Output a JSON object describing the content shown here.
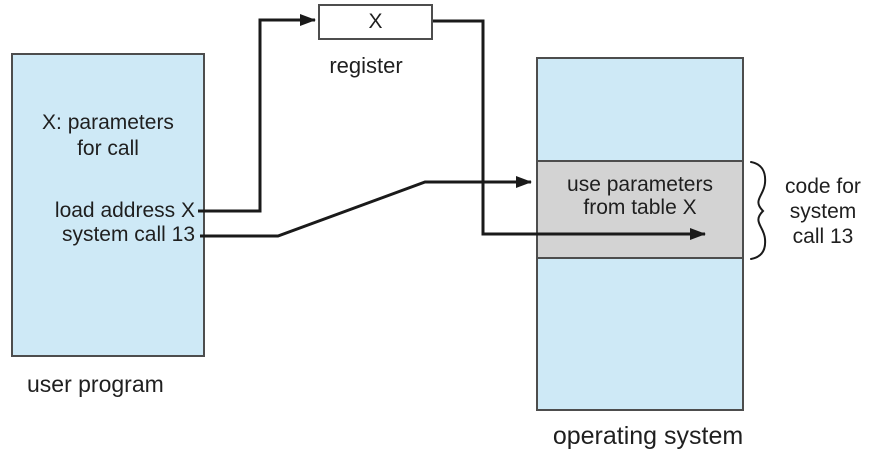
{
  "user_program": {
    "note_line1": "X: parameters",
    "note_line2": "for call",
    "statement1": "load address X",
    "statement2": "system call 13",
    "label": "user program"
  },
  "register": {
    "value": "X",
    "label": "register"
  },
  "operating_system": {
    "handler_line1": "use parameters",
    "handler_line2": "from table X",
    "label": "operating system"
  },
  "brace_label": {
    "line1": "code for",
    "line2": "system",
    "line3": "call 13"
  },
  "colors": {
    "box_fill": "#cee9f6",
    "gray_fill": "#d3d3d3",
    "line_color": "#1a1a1a",
    "border_color": "#4d4d4d",
    "text_color": "#1f1f1f",
    "background": "#ffffff"
  }
}
